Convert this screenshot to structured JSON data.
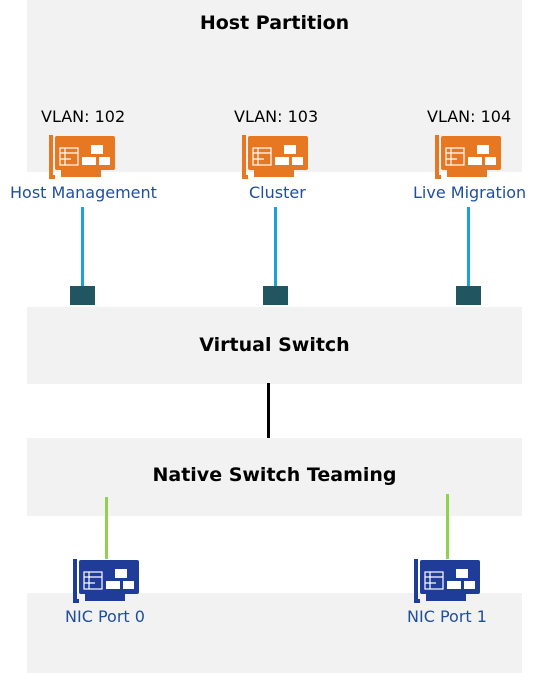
{
  "colors": {
    "panel_bg": "#f2f2f2",
    "vnic_card": "#e87722",
    "physical_nic_card": "#1f3c99",
    "vnic_link": "#1aa3d4",
    "nic_link": "#92d050",
    "switch_port": "#215560",
    "label_text": "#1f4e9c"
  },
  "host_partition": {
    "title": "Host Partition",
    "adapters": [
      {
        "vlan": "VLAN: 102",
        "label": "Host Management",
        "icon": "network-adapter-icon"
      },
      {
        "vlan": "VLAN: 103",
        "label": "Cluster",
        "icon": "network-adapter-icon"
      },
      {
        "vlan": "VLAN: 104",
        "label": "Live Migration",
        "icon": "network-adapter-icon"
      }
    ]
  },
  "virtual_switch": {
    "title": "Virtual Switch"
  },
  "teaming": {
    "title": "Native Switch Teaming"
  },
  "physical_nics": [
    {
      "label": "NIC Port 0",
      "icon": "network-adapter-icon"
    },
    {
      "label": "NIC Port 1",
      "icon": "network-adapter-icon"
    }
  ]
}
